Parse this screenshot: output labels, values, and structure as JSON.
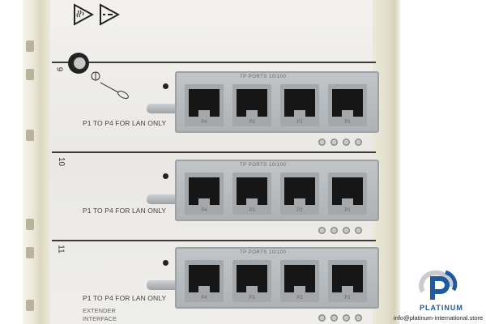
{
  "image": {
    "description": "Product photo of a network interface panel with three slots, each with four RJ45 LAN ports",
    "warning_icons": [
      "hot-surface-warning-icon",
      "caution-triangle-icon"
    ]
  },
  "slots": [
    {
      "number": "9",
      "label": "P1 TO P4 FOR LAN ONLY",
      "block_title": "TP PORTS 10/100",
      "ports": [
        "P4",
        "P3",
        "P2",
        "P1"
      ],
      "port_digits": [
        "4",
        "3",
        "2",
        "1"
      ]
    },
    {
      "number": "10",
      "label": "P1 TO P4 FOR LAN ONLY",
      "block_title": "TP PORTS 10/100",
      "ports": [
        "P4",
        "P3",
        "P2",
        "P1"
      ],
      "port_digits": [
        "4",
        "3",
        "2",
        "1"
      ]
    },
    {
      "number": "11",
      "label": "P1 TO P4 FOR LAN ONLY",
      "block_title": "TP PORTS 10/100",
      "ports": [
        "P4",
        "P3",
        "P2",
        "P1"
      ],
      "extra_label": [
        "EXTENDER",
        "INTERFACE"
      ]
    }
  ],
  "watermark": {
    "brand": "PLATINUM",
    "email": "info@platinum-international.store",
    "brand_color": "#1d5aa0"
  }
}
